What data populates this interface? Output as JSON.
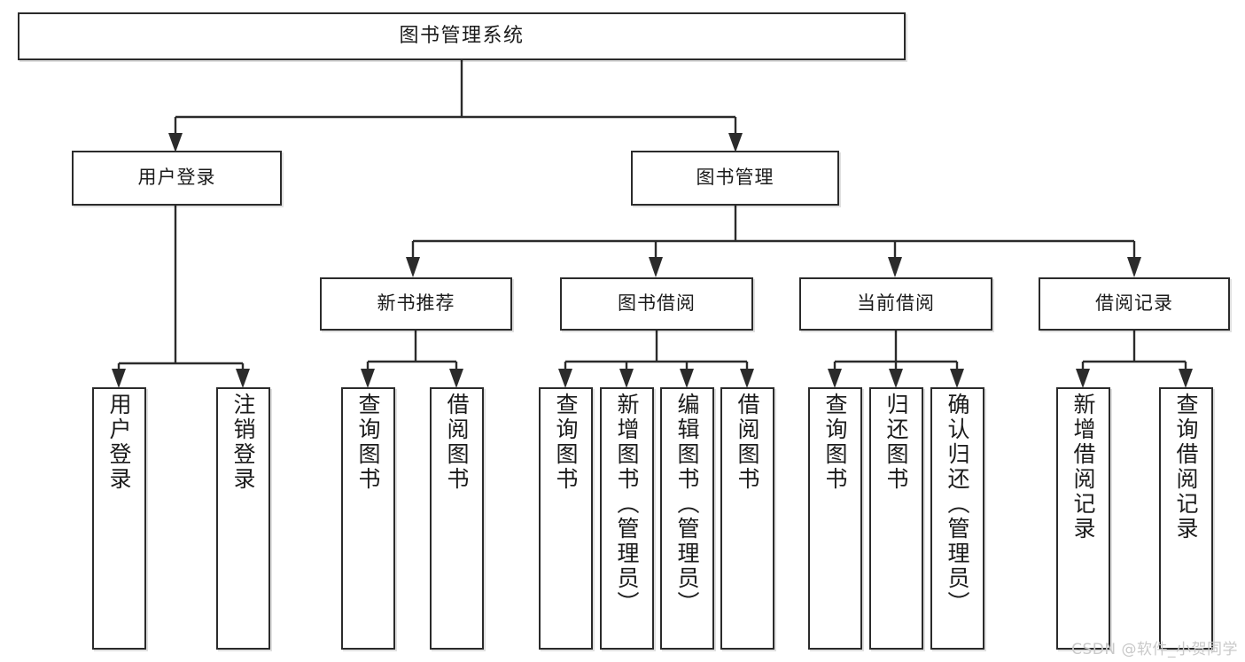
{
  "diagram": {
    "title": "图书管理系统",
    "type": "tree-hierarchy-chart",
    "watermark": "CSDN @软件_小贺同学",
    "colors": {
      "box_border": "#2b2b2b",
      "box_fill": "#ffffff",
      "connector": "#2b2b2b",
      "text": "#1b1b1b",
      "watermark": "#c9c9c9"
    },
    "root": {
      "label": "图书管理系统"
    },
    "level1": [
      {
        "label": "用户登录"
      },
      {
        "label": "图书管理"
      }
    ],
    "level2": [
      {
        "label": "新书推荐"
      },
      {
        "label": "图书借阅"
      },
      {
        "label": "当前借阅"
      },
      {
        "label": "借阅记录"
      }
    ],
    "leaves": {
      "user_login": [
        {
          "label": "用户登录"
        },
        {
          "label": "注销登录"
        }
      ],
      "new_book_recommend": [
        {
          "label": "查询图书"
        },
        {
          "label": "借阅图书"
        }
      ],
      "book_borrow": [
        {
          "label": "查询图书"
        },
        {
          "label": "新增图书（管理员）"
        },
        {
          "label": "编辑图书（管理员）"
        },
        {
          "label": "借阅图书"
        }
      ],
      "current_borrow": [
        {
          "label": "查询图书"
        },
        {
          "label": "归还图书"
        },
        {
          "label": "确认归还（管理员）"
        }
      ],
      "borrow_record": [
        {
          "label": "新增借阅记录"
        },
        {
          "label": "查询借阅记录"
        }
      ]
    }
  }
}
